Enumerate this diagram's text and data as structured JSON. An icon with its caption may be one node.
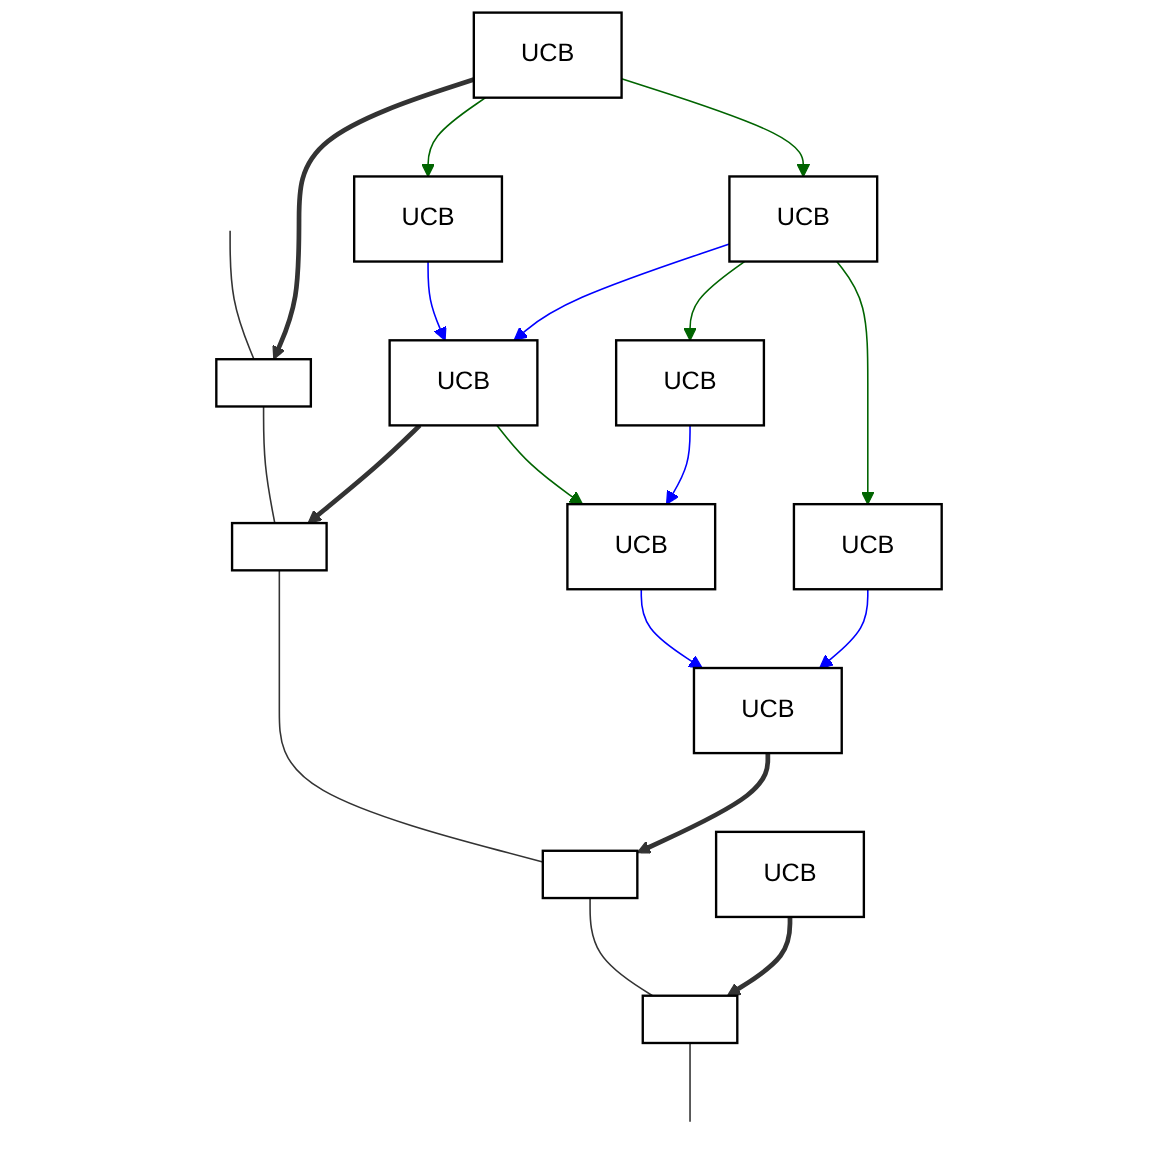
{
  "diagram": {
    "nodes": [
      {
        "text": [],
        "shape": "box"
      },
      {
        "text": [],
        "shape": "box"
      },
      {
        "text": [],
        "shape": "box"
      },
      {
        "text": [],
        "shape": "box"
      },
      {
        "text": [
          "UCB"
        ]
      },
      {
        "text": [
          "UCB"
        ]
      },
      {
        "text": [
          "UCB"
        ]
      },
      {
        "text": [
          "UCB"
        ]
      },
      {
        "text": [
          "UCB"
        ]
      },
      {
        "text": [
          "UCB"
        ]
      },
      {
        "text": [
          "UCB"
        ]
      },
      {
        "text": [
          "UCB"
        ]
      },
      {
        "text": [
          "UCB"
        ]
      }
    ],
    "edges": [
      {
        "from": null,
        "to": 0,
        "arrow": "none"
      },
      {
        "from": 0,
        "to": 1,
        "arrow": "none"
      },
      {
        "from": 1,
        "to": 2,
        "arrow": "none"
      },
      {
        "from": 2,
        "to": 3,
        "arrow": "none"
      },
      {
        "from": 3,
        "to": null,
        "arrow": "none"
      },
      {
        "from": 4,
        "to": 0,
        "arrow": "to",
        "style": "thick"
      },
      {
        "from": 5,
        "to": 1,
        "arrow": "to",
        "style": "thick"
      },
      {
        "from": 6,
        "to": 2,
        "arrow": "to",
        "style": "thick"
      },
      {
        "from": 7,
        "to": 3,
        "arrow": "to",
        "style": "thick"
      },
      {
        "from": 4,
        "to": 8,
        "arrow": "to",
        "color": "#006400"
      },
      {
        "from": 4,
        "to": 9,
        "arrow": "to",
        "color": "#006400"
      },
      {
        "from": 5,
        "to": 10,
        "arrow": "to",
        "color": "#006400"
      },
      {
        "from": 9,
        "to": 11,
        "arrow": "to",
        "color": "#006400"
      },
      {
        "from": 9,
        "to": 12,
        "arrow": "to",
        "color": "#006400"
      },
      {
        "from": 8,
        "to": 5,
        "arrow": "to",
        "color": "#0000ff"
      },
      {
        "from": 9,
        "to": 5,
        "arrow": "to",
        "color": "#0000ff"
      },
      {
        "from": 10,
        "to": 6,
        "arrow": "to",
        "color": "#0000ff"
      },
      {
        "from": 11,
        "to": 10,
        "arrow": "to",
        "color": "#0000ff"
      },
      {
        "from": 12,
        "to": 6,
        "arrow": "to",
        "color": "#0000ff"
      }
    ]
  }
}
